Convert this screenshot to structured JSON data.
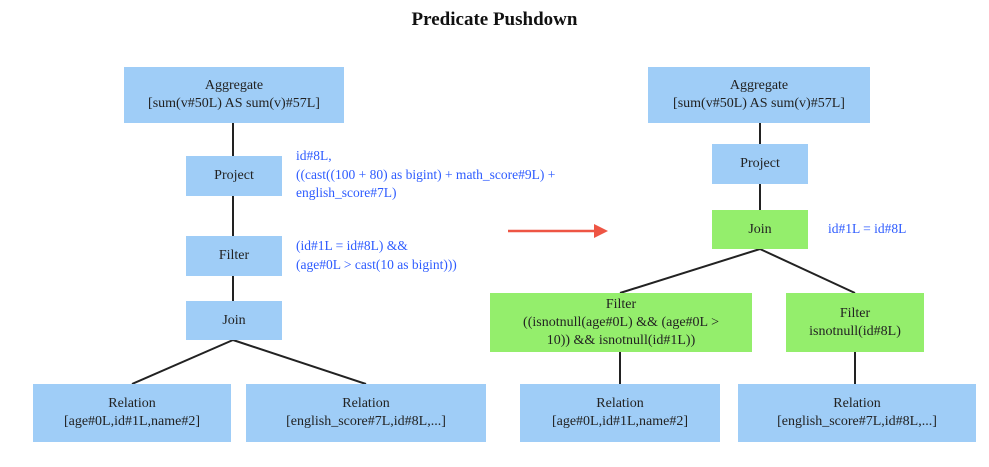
{
  "title": "Predicate Pushdown",
  "colors": {
    "node_default": "#9fcdf7",
    "node_changed": "#94ee6c",
    "annotation_text": "#2d5bff",
    "arrow": "#ee5544"
  },
  "left_plan": {
    "aggregate": {
      "line1": "Aggregate",
      "line2": "[sum(v#50L) AS sum(v)#57L]"
    },
    "project": {
      "label": "Project"
    },
    "filter": {
      "label": "Filter"
    },
    "join": {
      "label": "Join"
    },
    "relation_left": {
      "line1": "Relation",
      "line2": "[age#0L,id#1L,name#2]"
    },
    "relation_right": {
      "line1": "Relation",
      "line2": "[english_score#7L,id#8L,...]"
    },
    "project_annotation": {
      "line1": "id#8L,",
      "line2": "((cast((100 + 80) as bigint) + math_score#9L) +",
      "line3": "english_score#7L)"
    },
    "filter_annotation": {
      "line1": "(id#1L = id#8L) &&",
      "line2": "(age#0L > cast(10 as bigint)))"
    }
  },
  "right_plan": {
    "aggregate": {
      "line1": "Aggregate",
      "line2": "[sum(v#50L) AS sum(v)#57L]"
    },
    "project": {
      "label": "Project"
    },
    "join": {
      "label": "Join"
    },
    "join_annotation": "id#1L = id#8L",
    "filter_left": {
      "line1": "Filter",
      "line2": "((isnotnull(age#0L) && (age#0L >",
      "line3": "10)) && isnotnull(id#1L))"
    },
    "filter_right": {
      "line1": "Filter",
      "line2": "isnotnull(id#8L)"
    },
    "relation_left": {
      "line1": "Relation",
      "line2": "[age#0L,id#1L,name#2]"
    },
    "relation_right": {
      "line1": "Relation",
      "line2": "[english_score#7L,id#8L,...]"
    }
  }
}
